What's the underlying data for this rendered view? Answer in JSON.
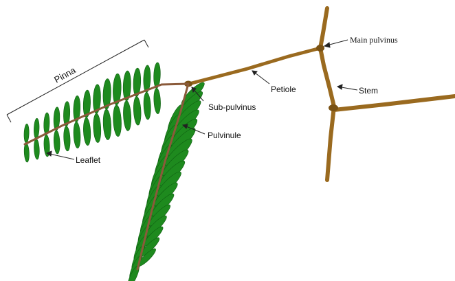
{
  "diagram": {
    "labels": {
      "pinna": "Pinna",
      "main_pulvinus": "Main pulvinus",
      "petiole": "Petiole",
      "stem": "Stem",
      "sub_pulvinus": "Sub-pulvinus",
      "pulvinule": "Pulvinule",
      "leaflet": "Leaflet"
    },
    "colors": {
      "stem": "#9a6a1f",
      "stem_dark": "#7a5214",
      "rachis": "#8a5a3a",
      "leaflet": "#1e8a1e",
      "leaflet_edge": "#0f5f12",
      "line": "#222222"
    }
  }
}
